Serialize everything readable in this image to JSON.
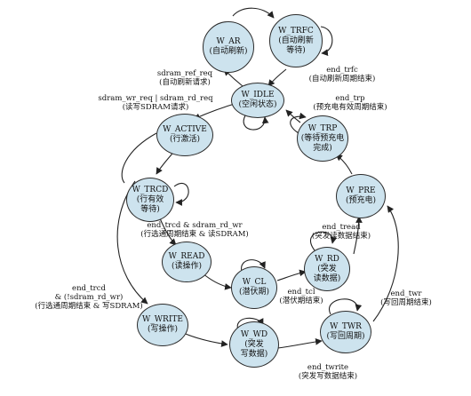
{
  "states": {
    "w_ar": {
      "name": "W_AR",
      "desc": "(自动刷新)"
    },
    "w_trfc": {
      "name": "W_TRFC",
      "desc": "(自动刷新\n等待)"
    },
    "w_idle": {
      "name": "W_IDLE",
      "desc": "(空闲状态)"
    },
    "w_trp": {
      "name": "W_TRP",
      "desc": "(等待预充电\n完成)"
    },
    "w_active": {
      "name": "W_ACTIVE",
      "desc": "(行激活)"
    },
    "w_trcd": {
      "name": "W_TRCD",
      "desc": "(行有效\n等待)"
    },
    "w_pre": {
      "name": "W_PRE",
      "desc": "(预充电)"
    },
    "w_read": {
      "name": "W_READ",
      "desc": "(读操作)"
    },
    "w_rd": {
      "name": "W_RD",
      "desc": "(突发\n读数据)"
    },
    "w_cl": {
      "name": "W_CL",
      "desc": "(潜伏期)"
    },
    "w_write": {
      "name": "W_WRITE",
      "desc": "(写操作)"
    },
    "w_twr": {
      "name": "W_TWR",
      "desc": "(写回周期)"
    },
    "w_wd": {
      "name": "W_WD",
      "desc": "(突发\n写数据)"
    }
  },
  "transitions": {
    "refresh_req": "sdram_ref_req\n(自动刷新请求)",
    "end_trfc": "end_trfc\n(自动刷新周期结束)",
    "rw_req": "sdram_wr_req | sdram_rd_req\n(读写SDRAM请求)",
    "end_trp": "end_trp\n(预充电有效周期结束)",
    "trcd_read": "end_trcd & sdram_rd_wr\n(行选通周期结束 & 读SDRAM)",
    "end_tread": "end_tread\n(突发读数据结束)",
    "trcd_write": "end_trcd\n& (!sdram_rd_wr)\n(行选通周期结束 & 写SDRAM)",
    "end_tcl": "end_tcl\n(潜伏期结束)",
    "end_twr": "end_twr\n(写回周期结束)",
    "end_twrite": "end_twrite\n(突发写数据结束)"
  },
  "colors": {
    "state_fill": "#cde3ee",
    "stroke": "#222222"
  }
}
